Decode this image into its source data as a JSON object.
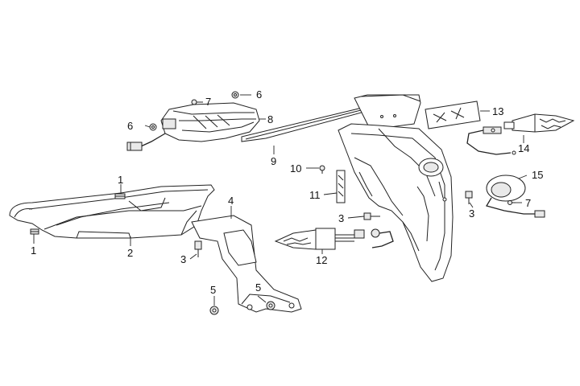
{
  "callouts": {
    "c1a": "1",
    "c1b": "1",
    "c2": "2",
    "c3a": "3",
    "c3b": "3",
    "c3c": "3",
    "c4": "4",
    "c5a": "5",
    "c5b": "5",
    "c6a": "6",
    "c6b": "6",
    "c7a": "7",
    "c7b": "7",
    "c8": "8",
    "c9": "9",
    "c10": "10",
    "c11": "11",
    "c12": "12",
    "c13": "13",
    "c14": "14",
    "c15": "15"
  }
}
